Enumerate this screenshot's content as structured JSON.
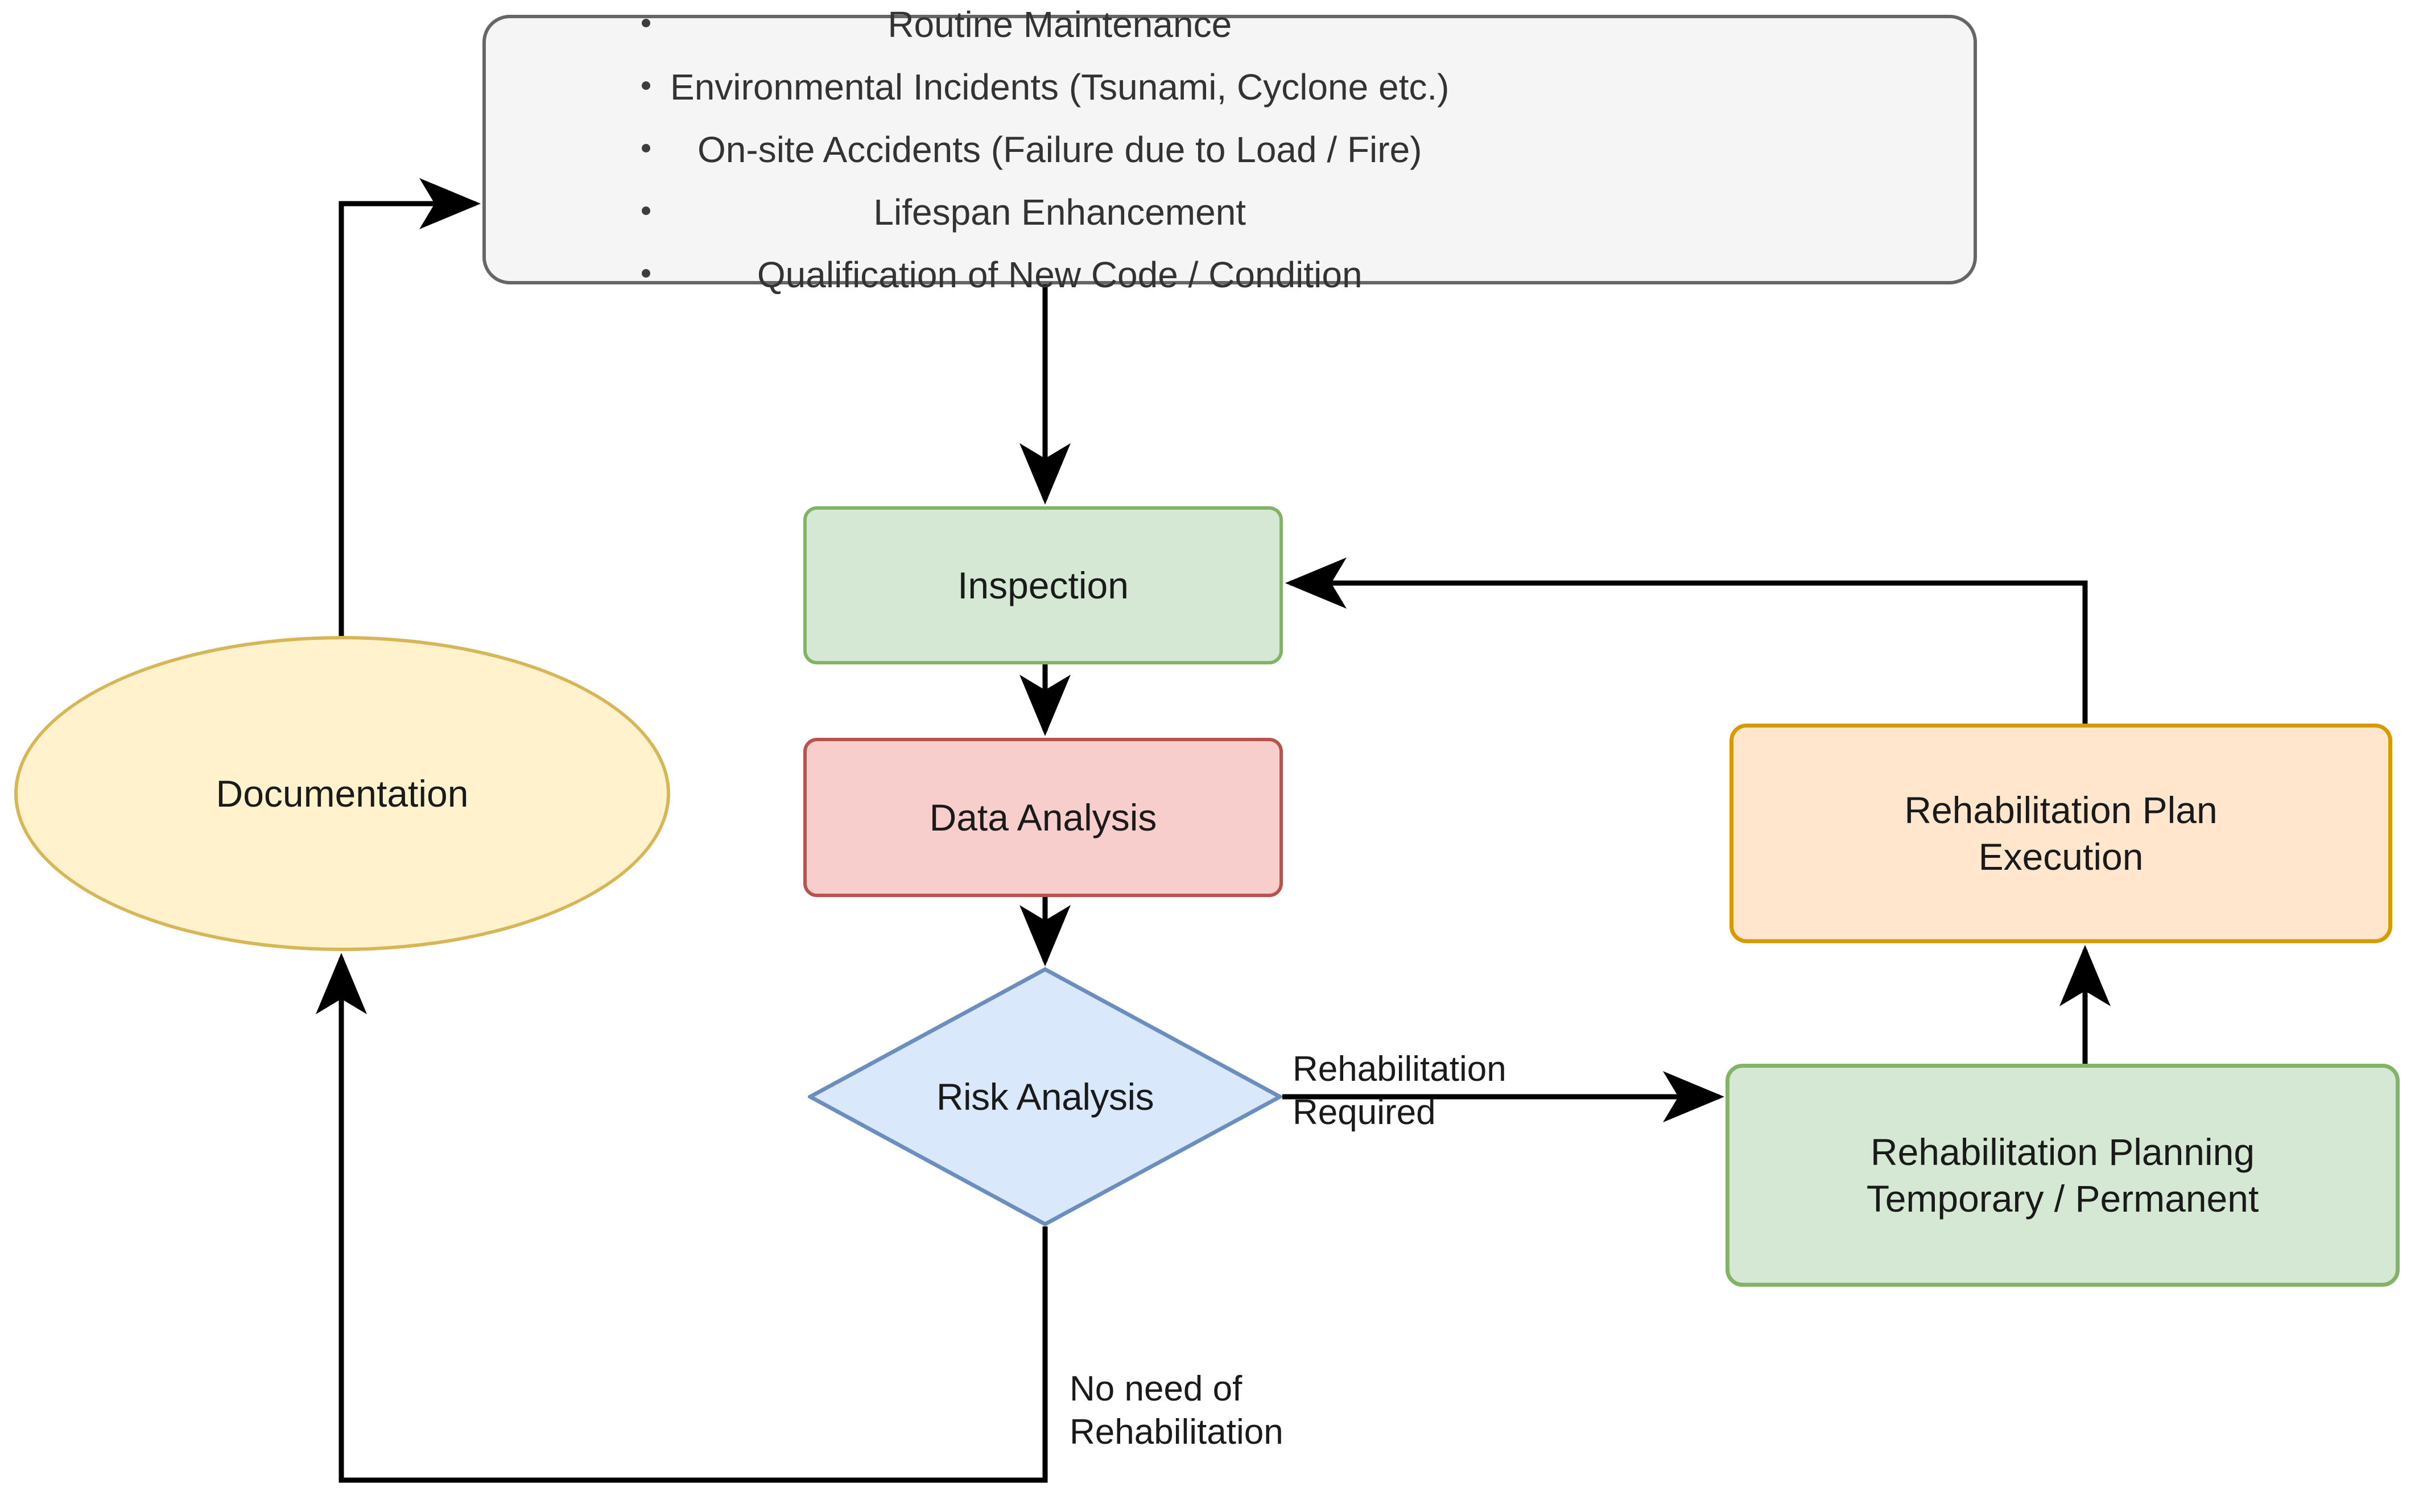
{
  "diagram": {
    "title": "Structural Rehabilitation Workflow",
    "type": "flowchart",
    "colors": {
      "panel_fill": "#f5f5f5",
      "panel_stroke": "#666666",
      "green_fill": "#d5e8d4",
      "green_stroke": "#82b366",
      "red_fill": "#f8cecc",
      "red_stroke": "#b85450",
      "blue_fill": "#dae8fc",
      "blue_stroke": "#6c8ebf",
      "orange_fill": "#ffe6cc",
      "orange_stroke": "#d79b00",
      "yellow_fill": "#fff2cc",
      "yellow_stroke": "#d6b656",
      "edge_stroke": "#000000"
    }
  },
  "trigger_panel": {
    "items": [
      "Routine Maintenance",
      "Environmental Incidents (Tsunami, Cyclone etc.)",
      "On-site Accidents (Failure due to Load / Fire)",
      "Lifespan Enhancement",
      "Qualification of New Code / Condition"
    ]
  },
  "nodes": {
    "inspection": {
      "label": "Inspection",
      "shape": "rounded-rect"
    },
    "data_analysis": {
      "label": "Data Analysis",
      "shape": "rounded-rect"
    },
    "risk_analysis": {
      "label": "Risk Analysis",
      "shape": "diamond"
    },
    "documentation": {
      "label": "Documentation",
      "shape": "ellipse"
    },
    "rehab_execution": {
      "label": "Rehabilitation Plan\nExecution",
      "line1": "Rehabilitation Plan",
      "line2": "Execution",
      "shape": "rounded-rect"
    },
    "rehab_planning": {
      "label": "Rehabilitation Planning\nTemporary / Permanent",
      "line1": "Rehabilitation Planning",
      "line2": "Temporary / Permanent",
      "shape": "rounded-rect"
    }
  },
  "edge_labels": {
    "rehabilitation_required": "Rehabilitation\nRequired",
    "no_need_of_rehabilitation": "No need of\nRehabilitation"
  }
}
